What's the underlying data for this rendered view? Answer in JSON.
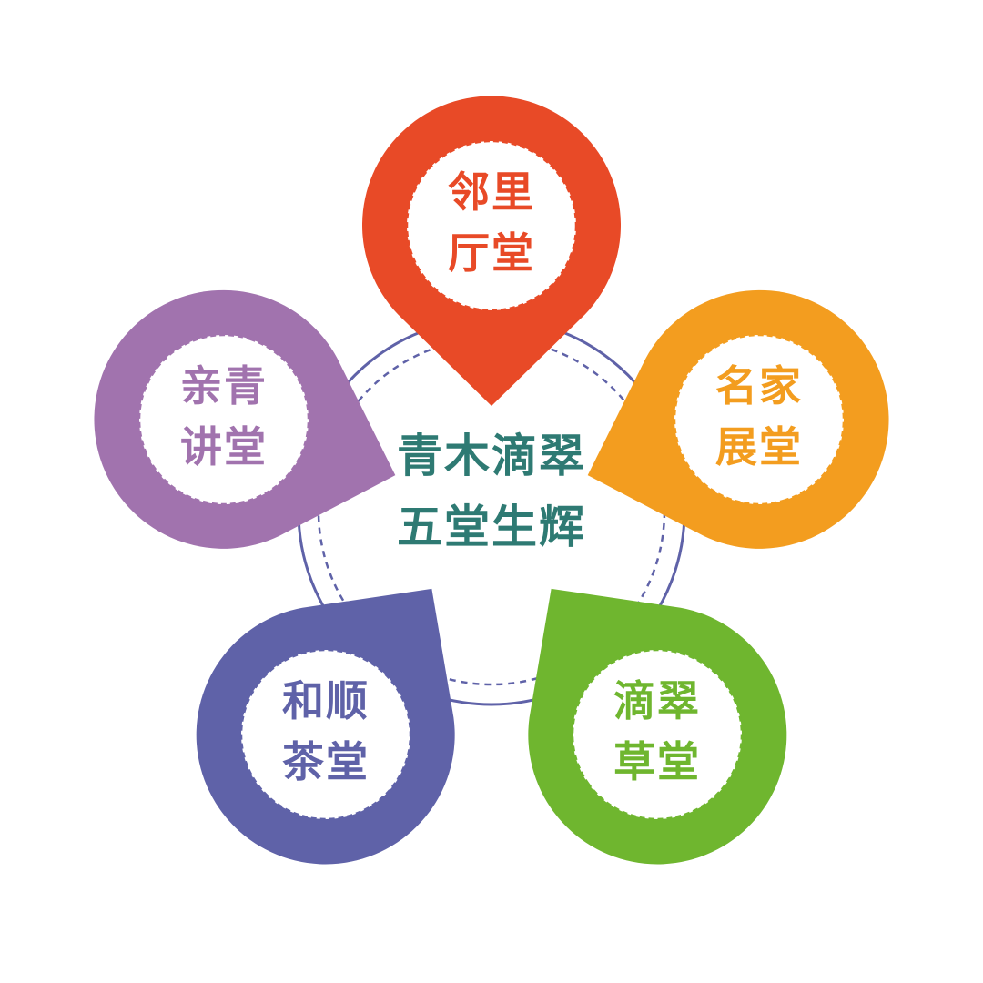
{
  "center": {
    "line1": "青木滴翠",
    "line2": "五堂生辉",
    "text_color": "#2E7A73",
    "ring_color": "#5F62A8"
  },
  "pins": [
    {
      "id": "linli",
      "line1": "邻里",
      "line2": "厅堂",
      "color": "#E84A27"
    },
    {
      "id": "mingjia",
      "line1": "名家",
      "line2": "展堂",
      "color": "#F39D1F"
    },
    {
      "id": "dicui",
      "line1": "滴翠",
      "line2": "草堂",
      "color": "#6FB62F"
    },
    {
      "id": "heshun",
      "line1": "和顺",
      "line2": "茶堂",
      "color": "#5F62A8"
    },
    {
      "id": "qinqing",
      "line1": "亲青",
      "line2": "讲堂",
      "color": "#A173AE"
    }
  ]
}
